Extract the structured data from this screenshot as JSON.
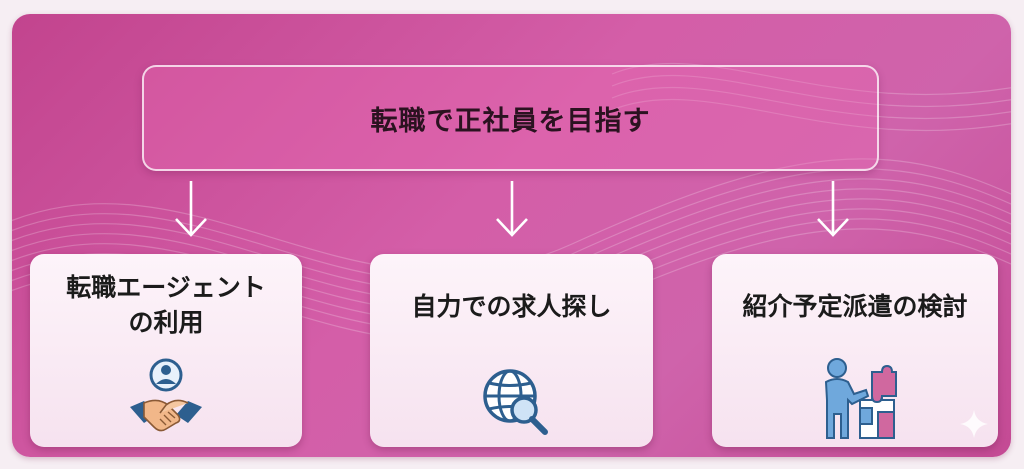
{
  "diagram": {
    "title": "転職で正社員を目指す",
    "options": [
      {
        "label_line1": "転職エージェント",
        "label_line2": "の利用",
        "icon": "handshake-person-icon"
      },
      {
        "label_line1": "自力での求人探し",
        "icon": "globe-search-icon"
      },
      {
        "label_line1": "紹介予定派遣の検討",
        "icon": "person-puzzle-icon"
      }
    ]
  },
  "colors": {
    "panel": "#cf5aa5",
    "card": "#fbeef6",
    "icon_blue": "#2d5f8f",
    "icon_light_blue": "#6fa8dc",
    "puzzle_pink": "#d0689f",
    "hand_tan": "#f1b789"
  }
}
